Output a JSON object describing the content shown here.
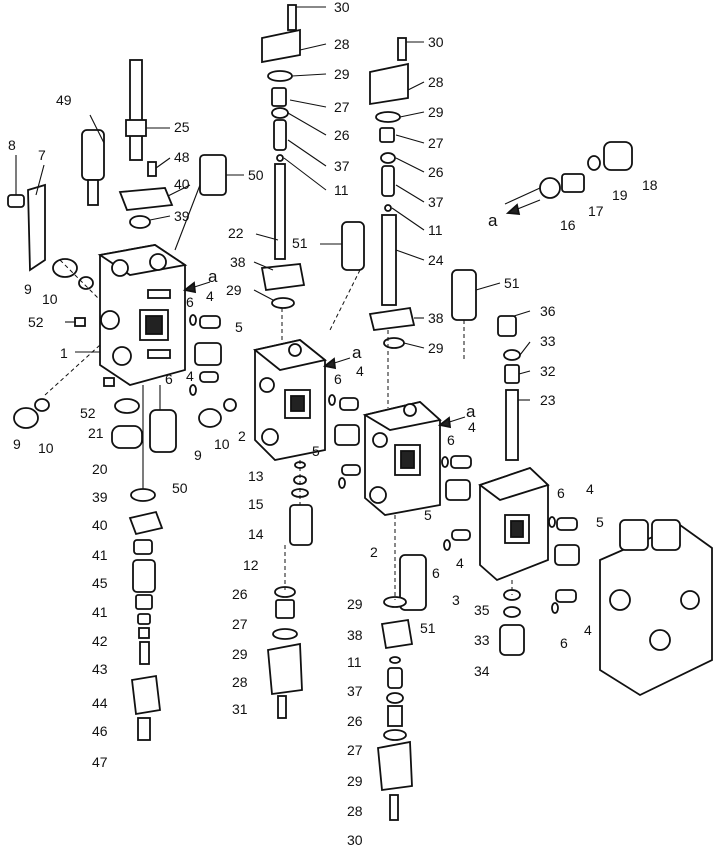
{
  "view_refs": [
    "a",
    "a",
    "a",
    "a",
    "a"
  ],
  "callouts": [
    "30",
    "28",
    "29",
    "27",
    "26",
    "37",
    "11",
    "30",
    "28",
    "29",
    "27",
    "26",
    "37",
    "11",
    "24",
    "51",
    "38",
    "29",
    "49",
    "25",
    "48",
    "50",
    "40",
    "39",
    "8",
    "7",
    "22",
    "51",
    "38",
    "29",
    "18",
    "19",
    "17",
    "16",
    "9",
    "10",
    "52",
    "6",
    "4",
    "5",
    "1",
    "6",
    "4",
    "6",
    "4",
    "5",
    "2",
    "36",
    "33",
    "32",
    "23",
    "52",
    "9",
    "10",
    "21",
    "20",
    "9",
    "10",
    "50",
    "13",
    "15",
    "14",
    "12",
    "6",
    "4",
    "5",
    "2",
    "6",
    "4",
    "5",
    "3",
    "6",
    "4",
    "39",
    "40",
    "41",
    "45",
    "41",
    "42",
    "43",
    "44",
    "46",
    "47",
    "26",
    "27",
    "29",
    "28",
    "31",
    "29",
    "51",
    "38",
    "11",
    "37",
    "26",
    "27",
    "29",
    "28",
    "30",
    "35",
    "33",
    "34",
    "6",
    "4"
  ]
}
